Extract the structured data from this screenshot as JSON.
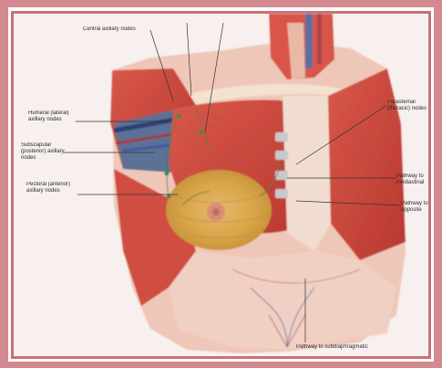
{
  "figure": {
    "labels": {
      "central_axillary_nodes": "Central axillary nodes",
      "humeral_lateral_axillary_nodes": "Humeral (lateral) axillary nodes",
      "subscapular_posterior_axillary_nodes": "Subscapular (posterior) axillary nodes",
      "pectoral_anterior_axillary_nodes": "Pectoral (anterior) axillary nodes",
      "parasternal_thoracic_nodes": "Parasternal (thoracic) nodes",
      "pathway_mediastinal": "Pathway to mediastinal",
      "pathway_opposite": "Pathway to opposite",
      "pathway_subdiaphragmatic": "Pathway to subdiaphragmatic"
    }
  }
}
